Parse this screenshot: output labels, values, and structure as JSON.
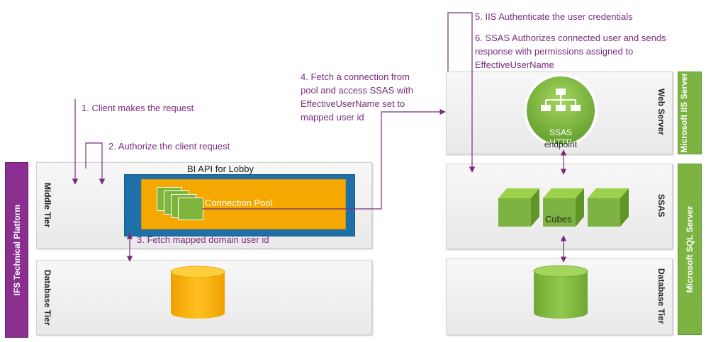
{
  "diagram": {
    "left_strip": "IFS Technical Platform",
    "middle_tier_label": "Middle Tier",
    "database_tier_left_label": "Database Tier",
    "bi_api_title": "BI API for Lobby",
    "connection_pool_label": "Connection Pool",
    "web_server_label": "Web Server",
    "ssas_label": "SSAS",
    "database_tier_right_label": "Database Tier",
    "ssas_http_line1": "SSAS HTTP",
    "ssas_http_line2": "endpoint",
    "cubes_label": "Cubes",
    "right_strip_iis": "Microsoft IIS Server",
    "right_strip_sql": "Microsoft SQL Server",
    "steps": {
      "s1": "1. Client makes the request",
      "s2": "2. Authorize the client request",
      "s3": "3. Fetch mapped domain user id",
      "s4_l1": "4. Fetch a connection from",
      "s4_l2": "pool and access SSAS with",
      "s4_l3": "EffectiveUserName set to",
      "s4_l4": "mapped user id",
      "s5": "5. IIS Authenticate the user credentials",
      "s6_l1": "6. SSAS Authorizes connected user and  sends",
      "s6_l2": "response with permissions assigned to",
      "s6_l3": "EffectiveUserName"
    },
    "colors": {
      "purple": "#7a2b7f",
      "green": "#7cb342",
      "orange": "#f5a800",
      "blue": "#1f6fa8"
    }
  }
}
